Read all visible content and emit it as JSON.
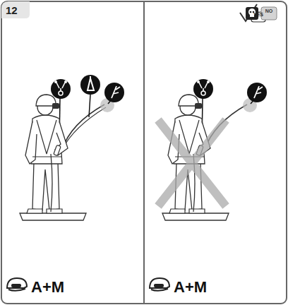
{
  "diagram": {
    "labels": [
      "12",
      "YES",
      "NO",
      "A+M",
      "A+M"
    ]
  }
}
